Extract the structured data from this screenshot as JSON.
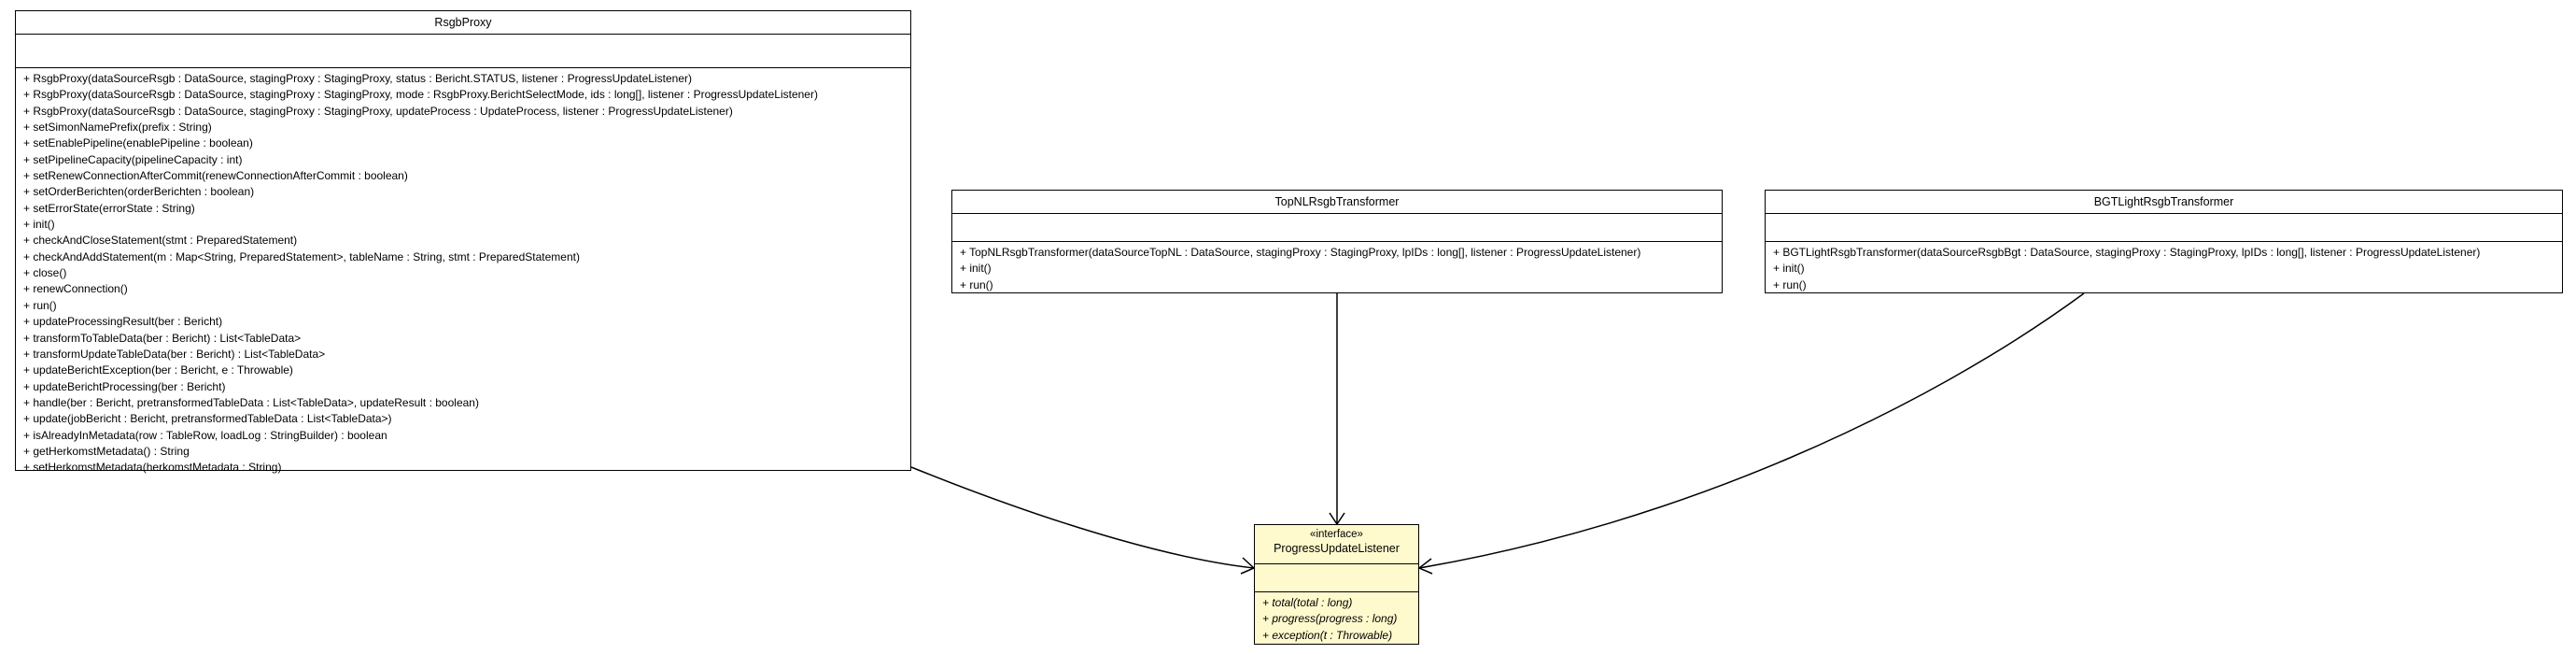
{
  "colors": {
    "interface_fill": "#fffacd",
    "class_fill": "#ffffff",
    "line": "#000000"
  },
  "classes": {
    "rsgbproxy": {
      "name": "RsgbProxy",
      "operations": [
        "+ RsgbProxy(dataSourceRsgb : DataSource, stagingProxy : StagingProxy, status : Bericht.STATUS, listener : ProgressUpdateListener)",
        "+ RsgbProxy(dataSourceRsgb : DataSource, stagingProxy : StagingProxy, mode : RsgbProxy.BerichtSelectMode, ids : long[], listener : ProgressUpdateListener)",
        "+ RsgbProxy(dataSourceRsgb : DataSource, stagingProxy : StagingProxy, updateProcess : UpdateProcess, listener : ProgressUpdateListener)",
        "+ setSimonNamePrefix(prefix : String)",
        "+ setEnablePipeline(enablePipeline : boolean)",
        "+ setPipelineCapacity(pipelineCapacity : int)",
        "+ setRenewConnectionAfterCommit(renewConnectionAfterCommit : boolean)",
        "+ setOrderBerichten(orderBerichten : boolean)",
        "+ setErrorState(errorState : String)",
        "+ init()",
        "+ checkAndCloseStatement(stmt : PreparedStatement)",
        "+ checkAndAddStatement(m : Map<String, PreparedStatement>, tableName : String, stmt : PreparedStatement)",
        "+ close()",
        "+ renewConnection()",
        "+ run()",
        "+ updateProcessingResult(ber : Bericht)",
        "+ transformToTableData(ber : Bericht) : List<TableData>",
        "+ transformUpdateTableData(ber : Bericht) : List<TableData>",
        "+ updateBerichtException(ber : Bericht, e : Throwable)",
        "+ updateBerichtProcessing(ber : Bericht)",
        "+ handle(ber : Bericht, pretransformedTableData : List<TableData>, updateResult : boolean)",
        "+ update(jobBericht : Bericht, pretransformedTableData : List<TableData>)",
        "+ isAlreadyInMetadata(row : TableRow, loadLog : StringBuilder) : boolean",
        "+ getHerkomstMetadata() : String",
        "+ setHerkomstMetadata(herkomstMetadata : String)"
      ]
    },
    "topnl": {
      "name": "TopNLRsgbTransformer",
      "operations": [
        "+ TopNLRsgbTransformer(dataSourceTopNL : DataSource, stagingProxy : StagingProxy, lpIDs : long[], listener : ProgressUpdateListener)",
        "+ init()",
        "+ run()"
      ]
    },
    "bgtlight": {
      "name": "BGTLightRsgbTransformer",
      "operations": [
        "+ BGTLightRsgbTransformer(dataSourceRsgbBgt : DataSource, stagingProxy : StagingProxy, lpIDs : long[], listener : ProgressUpdateListener)",
        "+ init()",
        "+ run()"
      ]
    },
    "listener": {
      "stereotype": "«interface»",
      "name": "ProgressUpdateListener",
      "operations": [
        "+ total(total : long)",
        "+ progress(progress : long)",
        "+ exception(t : Throwable)"
      ]
    }
  }
}
